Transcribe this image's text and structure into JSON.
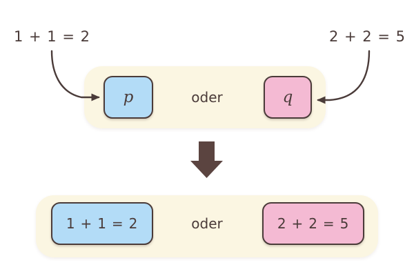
{
  "diagram": {
    "title_text": "",
    "connective": "oder",
    "top_row": {
      "left_box": {
        "label": "p",
        "fill": "#b3dcf7",
        "name": "proposition-p"
      },
      "connective": "oder",
      "right_box": {
        "label": "q",
        "fill": "#f4bad3",
        "name": "proposition-q"
      }
    },
    "bottom_row": {
      "left_box": {
        "label": "1 + 1 = 2",
        "fill": "#b3dcf7",
        "name": "statement-true"
      },
      "connective": "oder",
      "right_box": {
        "label": "2 + 2 = 5",
        "fill": "#f4bad3",
        "name": "statement-false"
      }
    },
    "annotations": {
      "left": "1 + 1 = 2",
      "right": "2 + 2 = 5"
    },
    "colors": {
      "background": "#ffffff",
      "band": "#fbf6e2",
      "blue": "#b3dcf7",
      "pink": "#f4bad3",
      "stroke": "#4a3b39",
      "arrow": "#4a3b39",
      "block_arrow": "#5b4440"
    },
    "icons": {
      "down_arrow": "down-arrow-icon",
      "curve_left": "curved-arrow-left-icon",
      "curve_right": "curved-arrow-right-icon"
    }
  }
}
